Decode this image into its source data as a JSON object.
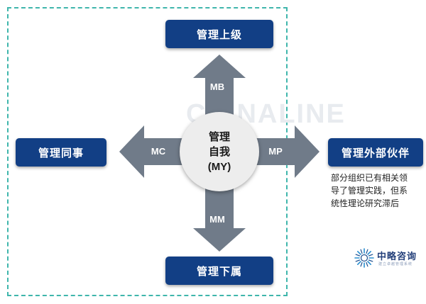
{
  "boxes": {
    "top": "管理上级",
    "left": "管理同事",
    "right": "管理外部伙伴",
    "bottom": "管理下属"
  },
  "arrows": {
    "up": "MB",
    "down": "MM",
    "left": "MC",
    "right": "MP"
  },
  "center": {
    "line1": "管理",
    "line2": "自我",
    "line3": "(MY)"
  },
  "note": {
    "line1": "部分组织已有相关领",
    "line2": "导了管理实践，但系",
    "line3": "统性理论研究滞后"
  },
  "watermark": "CHINALINE",
  "logo": {
    "name": "中略咨询",
    "sub": "建立卓越管理系统"
  },
  "colors": {
    "box_fill": "#123f85",
    "arrow_fill": "#707b89",
    "circle_fill": "#ededed",
    "frame_border": "#3fb6ac"
  }
}
